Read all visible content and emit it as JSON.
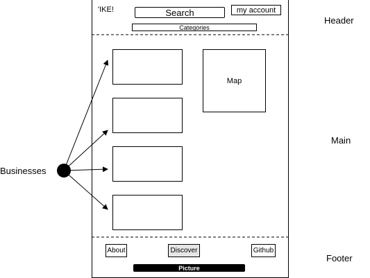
{
  "header": {
    "logo": "'IKE!",
    "search_label": "Search",
    "account_label": "my account",
    "categories_label": "Categories"
  },
  "main": {
    "map_label": "Map",
    "business_count": 4
  },
  "footer": {
    "about_label": "About",
    "discover_label": "Discover",
    "github_label": "Github",
    "picture_label": "Picture"
  },
  "annotations": {
    "header_label": "Header",
    "main_label": "Main",
    "footer_label": "Footer",
    "businesses_label": "Businesses"
  }
}
